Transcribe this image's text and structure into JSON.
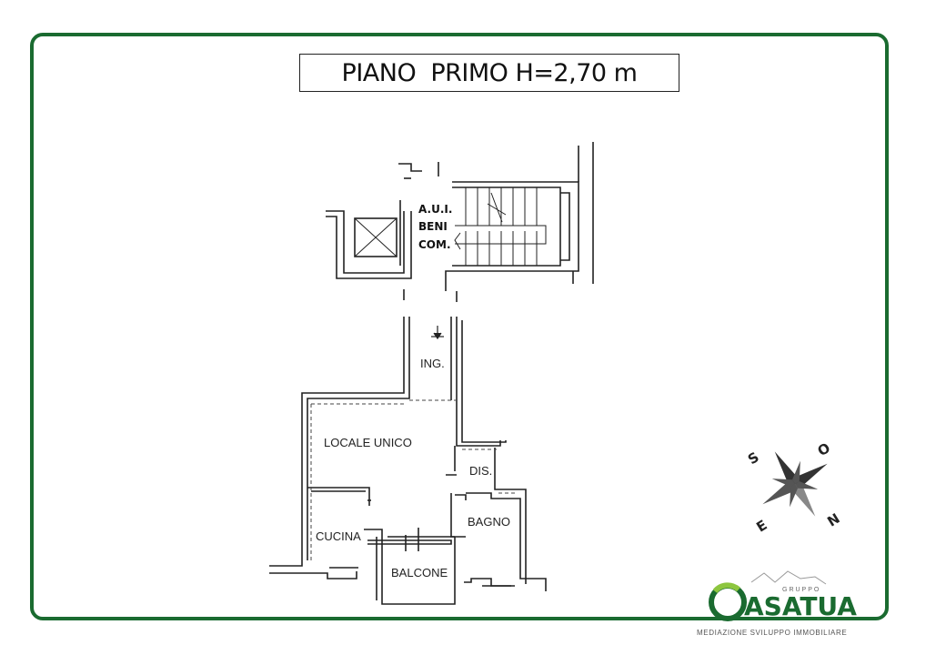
{
  "title": "PIANO  PRIMO H=2,70 m",
  "common_area_labels": [
    "A.U.I.",
    "BENI",
    "COM."
  ],
  "rooms": {
    "ingresso": "ING.",
    "locale_unico": "LOCALE UNICO",
    "disimpegno": "DIS.",
    "cucina": "CUCINA",
    "bagno": "BAGNO",
    "balcone": "BALCONE"
  },
  "compass": {
    "north": "N",
    "south": "S",
    "east": "E",
    "west": "O"
  },
  "logo": {
    "letters": "ASATUA",
    "group": "GRUPPO",
    "tagline": "MEDIAZIONE SVILUPPO IMMOBILIARE",
    "brand_color": "#1a6b30",
    "accent_color": "#8dc63f"
  }
}
